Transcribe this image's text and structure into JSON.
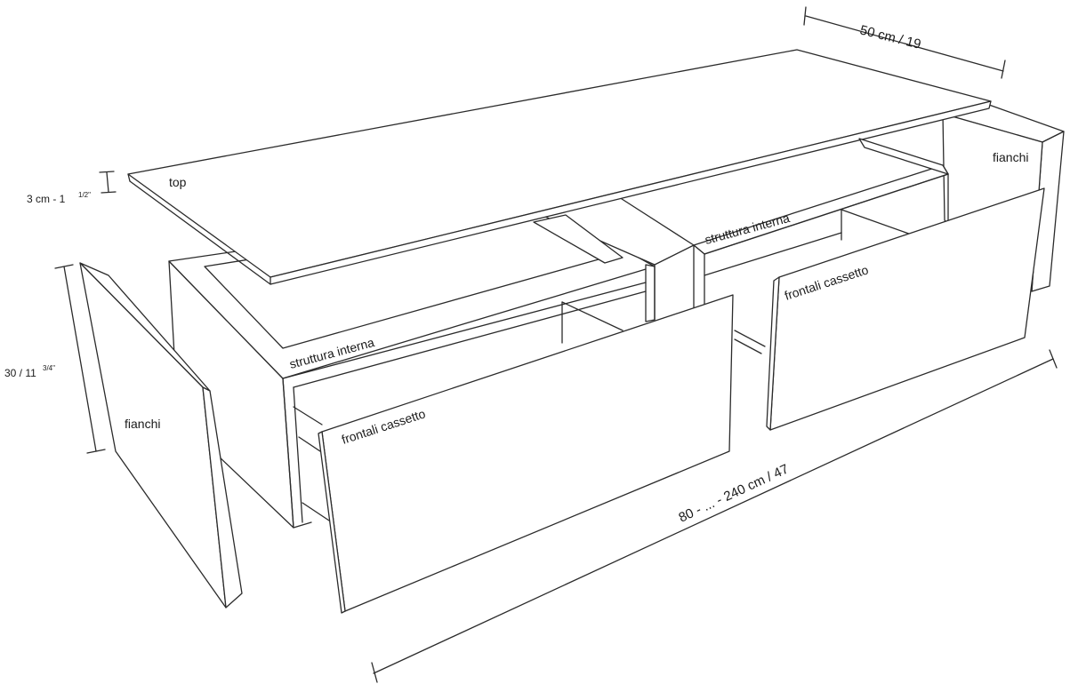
{
  "labels": {
    "top": "top",
    "fianchi_left": "fianchi",
    "fianchi_right": "fianchi",
    "struttura_left": "struttura interna",
    "struttura_right": "struttura interna",
    "frontali_left": "frontali cassetto",
    "frontali_right": "frontali cassetto"
  },
  "dimensions": {
    "depth": "50 cm / 19",
    "length": "80 - ... - 240 cm / 47",
    "top_thickness_main": "3 cm -  1",
    "top_thickness_sup": "1/2\"",
    "height_main": "30 / 11",
    "height_sup": "3/4\""
  }
}
